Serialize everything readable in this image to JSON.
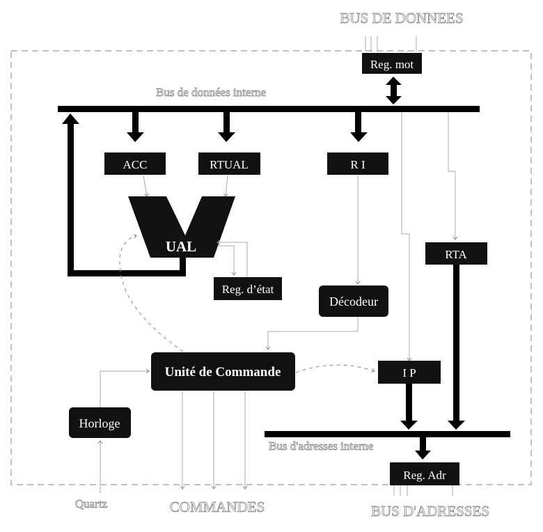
{
  "diagram": {
    "external_labels": {
      "data_bus": "BUS DE DONNEES",
      "address_bus": "BUS D'ADRESSES",
      "commands": "COMMANDES",
      "quartz": "Quartz"
    },
    "internal_labels": {
      "internal_data_bus": "Bus de données interne",
      "internal_address_bus": "Bus d'adresses interne"
    },
    "blocks": {
      "reg_mot": "Reg. mot",
      "acc": "ACC",
      "rtual": "RTUAL",
      "ri": "R I",
      "ual": "UAL",
      "reg_etat": "Reg. d’état",
      "rta": "RTA",
      "decodeur": "Décodeur",
      "unite_commande": "Unité de Commande",
      "ip": "I P",
      "horloge": "Horloge",
      "reg_adr": "Reg. Adr"
    },
    "colors": {
      "block_fill": "#111111",
      "bus_fill": "#000000",
      "thin_line": "#a8a8a8",
      "outline_text": "#8a8a8a",
      "background": "#ffffff"
    }
  }
}
